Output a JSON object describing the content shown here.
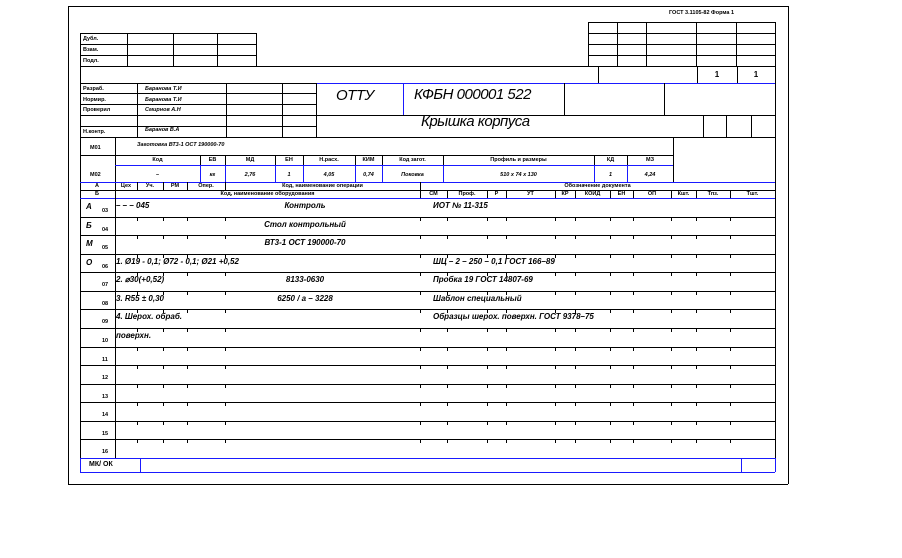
{
  "form_code": "ГОСТ 3.1105-82   Форма 1",
  "approvals": [
    "Дубл.",
    "Взам.",
    "Подл."
  ],
  "sheets": {
    "total": "1",
    "sheet": "1"
  },
  "signatures": [
    {
      "role": "Разраб.",
      "name": "Баранова Т.И"
    },
    {
      "role": "Нормир.",
      "name": "Баранова Т.И"
    },
    {
      "role": "Проверил",
      "name": "Смирнов А.Н"
    },
    {
      "role": "Н.контр.",
      "name": "Баранов В.А"
    }
  ],
  "org": "ОТТУ",
  "doc_code": "КФБН 000001 522",
  "part_name": "Крышка корпуса",
  "mo1": {
    "label": "М01",
    "material": "Заготовка ВТ3-1 ОСТ 190000-70"
  },
  "mo2": {
    "label": "М02",
    "headers": [
      "Код",
      "ЕВ",
      "МД",
      "ЕН",
      "Н.расх.",
      "КИМ",
      "Код загот.",
      "Профиль и размеры",
      "КД",
      "МЗ"
    ],
    "values": [
      "–",
      "кг",
      "2,76",
      "1",
      "4,05",
      "0,74",
      "Поковка",
      "510 x 74 x 130",
      "1",
      "4,24"
    ]
  },
  "hdr_a": {
    "label": "А",
    "cols": [
      "Цех",
      "Уч.",
      "РМ",
      "Опер.",
      "Код, наименование операции",
      "Обозначение документа"
    ]
  },
  "hdr_b": {
    "label": "Б",
    "cols": [
      "Код, наименование оборудования",
      "СМ",
      "Проф.",
      "Р",
      "УТ",
      "КР",
      "КОИД",
      "ЕН",
      "ОП",
      "Кшт.",
      "Тпз.",
      "Тшт."
    ]
  },
  "rows": [
    {
      "letter": "А",
      "num": "03",
      "c1": "–    –       –      045",
      "c2": "Контроль",
      "c3": "ИОТ № 11-315"
    },
    {
      "letter": "Б",
      "num": "04",
      "c1": "",
      "c2": "Стол контрольный",
      "c3": ""
    },
    {
      "letter": "М",
      "num": "05",
      "c1": "",
      "c2": "ВТ3-1 ОСТ 190000-70",
      "c3": ""
    },
    {
      "letter": "О",
      "num": "06",
      "c1": "1. Ø19 - 0,1; Ø72 - 0,1; Ø21 +0,52",
      "c2": "",
      "c3": "ШЦ – 2 – 250 – 0,1 ГОСТ 166–89"
    },
    {
      "letter": "",
      "num": "07",
      "c1": "2. ⌀30(+0,52)",
      "c2": "8133-0630",
      "c3": "Пробка 19 ГОСТ 14807-69"
    },
    {
      "letter": "",
      "num": "08",
      "c1": "3. R55 ± 0,30",
      "c2": "6250 / а – 3228",
      "c3": "Шаблон специальный"
    },
    {
      "letter": "",
      "num": "09",
      "c1": "4. Шерох. обраб.",
      "c2": "",
      "c3": "Образцы шерох. поверхн. ГОСТ 9378–75"
    },
    {
      "letter": "",
      "num": "10",
      "c1": "поверхн.",
      "c2": "",
      "c3": ""
    },
    {
      "letter": "",
      "num": "11",
      "c1": "",
      "c2": "",
      "c3": ""
    },
    {
      "letter": "",
      "num": "12",
      "c1": "",
      "c2": "",
      "c3": ""
    },
    {
      "letter": "",
      "num": "13",
      "c1": "",
      "c2": "",
      "c3": ""
    },
    {
      "letter": "",
      "num": "14",
      "c1": "",
      "c2": "",
      "c3": ""
    },
    {
      "letter": "",
      "num": "15",
      "c1": "",
      "c2": "",
      "c3": ""
    },
    {
      "letter": "",
      "num": "16",
      "c1": "",
      "c2": "",
      "c3": ""
    }
  ],
  "footer": "МК/ ОК",
  "colors": {
    "line": "#000000",
    "accent": "#1a1aff"
  }
}
